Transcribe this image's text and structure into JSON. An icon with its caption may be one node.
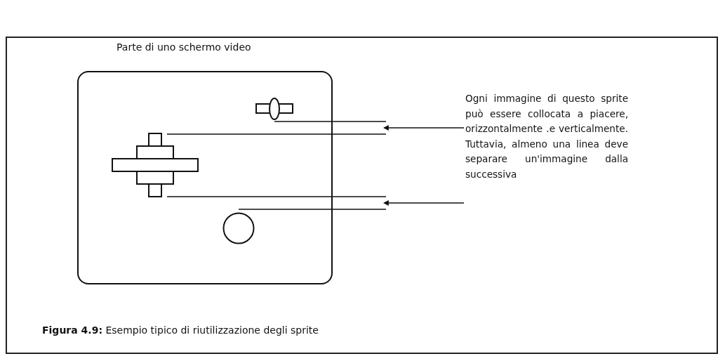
{
  "diagram": {
    "caption": "**Figura 4.9:** Esempio tipico di riutilizzazione degli sprite",
    "nodes": [
      {
        "text": [
          "Parte di uno schermo video"
        ]
      },
      {
        "text": [],
        "shape": "picture",
        "in": 0
      },
      {
        "text": [],
        "shape": "picture",
        "in": 0
      },
      {
        "text": [],
        "shape": "circle",
        "in": 0
      },
      {
        "text": [
          "Ogni immagine di questo sprite può essere collocata a piacere, orizzontalmente .e verticalmente. Tuttavia, almeno una linea deve separare un'immagine dalla successiva"
        ]
      }
    ],
    "edges": [
      {
        "from": 4,
        "to": null,
        "arrow": "to"
      },
      {
        "from": 4,
        "to": null,
        "arrow": "to"
      }
    ]
  }
}
